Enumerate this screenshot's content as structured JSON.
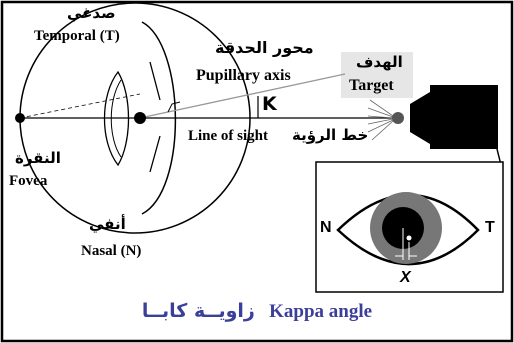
{
  "labels": {
    "temporal_ar": "صدغي",
    "temporal": "Temporal (T)",
    "pupillary_ar": "محور الحدقة",
    "pupillary": "Pupillary axis",
    "target_ar": "الهدف",
    "target": "Target",
    "kappa_symbol": "K",
    "fovea_ar": "النقرة",
    "fovea": "Fovea",
    "line_of_sight": "Line of sight",
    "line_of_sight_ar": "خط الرؤية",
    "nasal_ar": "أنفي",
    "nasal": "Nasal (N)"
  },
  "inset": {
    "n": "N",
    "t": "T",
    "x": "X"
  },
  "caption": {
    "ar": "زاويــة كابــا",
    "en": "Kappa angle"
  }
}
